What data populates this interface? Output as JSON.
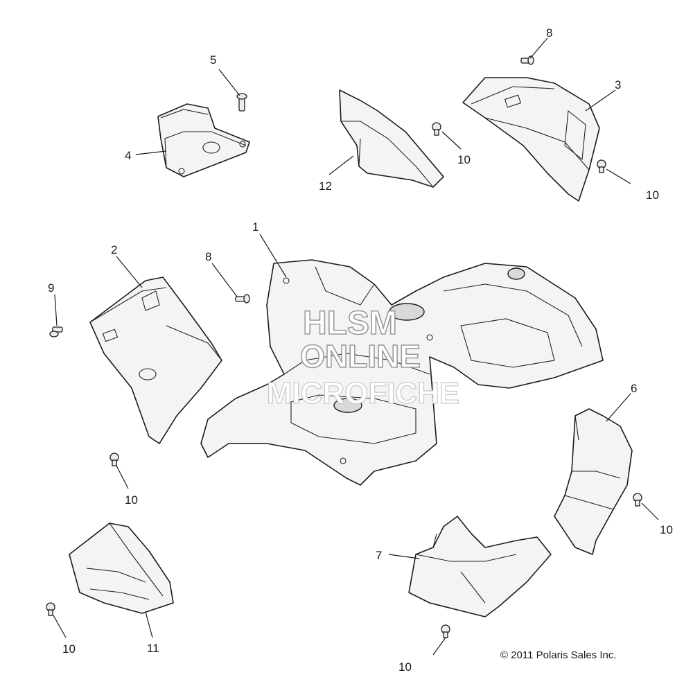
{
  "callouts": {
    "c1": "1",
    "c2": "2",
    "c3": "3",
    "c4": "4",
    "c5": "5",
    "c6": "6",
    "c7": "7",
    "c8a": "8",
    "c8b": "8",
    "c9": "9",
    "c10a": "10",
    "c10b": "10",
    "c10c": "10",
    "c10d": "10",
    "c10e": "10",
    "c10f": "10",
    "c11": "11",
    "c12": "12"
  },
  "watermark": {
    "line1": "HLSM",
    "line2": "ONLINE",
    "line3": "MICROFICHE"
  },
  "copyright": "© 2011 Polaris Sales Inc."
}
